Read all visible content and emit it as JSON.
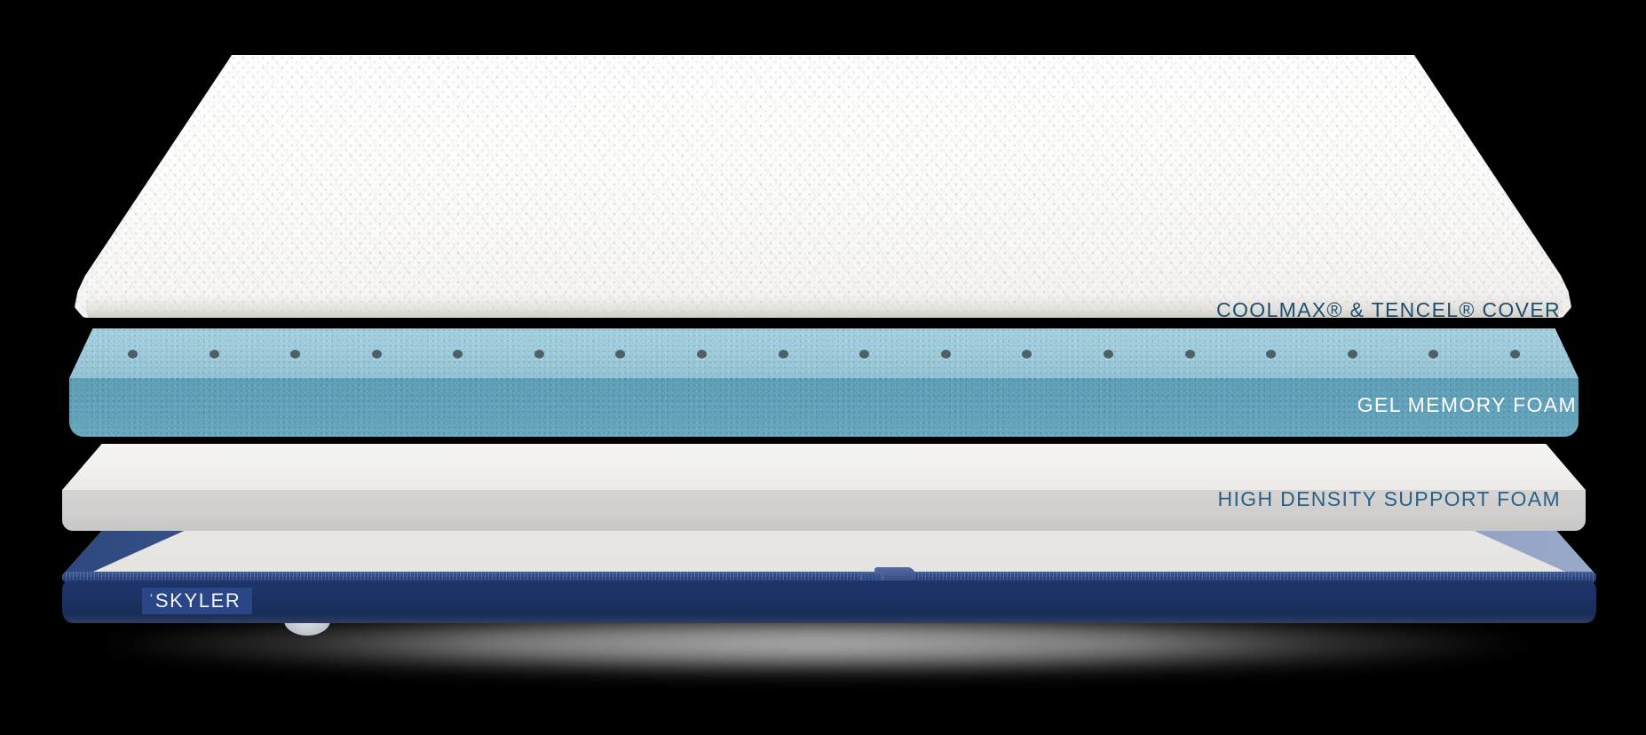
{
  "product": {
    "brand": "SKYLER",
    "brand_mark": "‘",
    "type": "mattress-layer-cutaway-diagram"
  },
  "layers": [
    {
      "id": "cover",
      "label": "COOLMAX® & TENCEL® COVER",
      "label_color": "#1f4f6e",
      "top_color": "#fdfdfc",
      "front_color": "#dbd9d3",
      "texture": "quilted-dotted-mesh"
    },
    {
      "id": "gel-memory-foam",
      "label": "GEL MEMORY FOAM",
      "label_color": "#ffffff",
      "top_color": "#9cc9d9",
      "front_color": "#62a2ba",
      "texture": "speckled-foam",
      "ventilation_holes": 18,
      "hole_color": "#4d6068"
    },
    {
      "id": "high-density-support-foam",
      "label": "HIGH DENSITY SUPPORT FOAM",
      "label_color": "#2a6187",
      "top_color": "#f1f0ed",
      "front_color": "#d0cfcd",
      "texture": "smooth-foam"
    },
    {
      "id": "base",
      "label": "",
      "top_color": "#e4e3e0",
      "front_color": "#1b3164",
      "rail_color": "#8496bd",
      "zipper_color": "#2c4680",
      "brand_tag_color": "#2a4687",
      "texture": "navy-fabric-zippered"
    }
  ],
  "background": "#000000"
}
